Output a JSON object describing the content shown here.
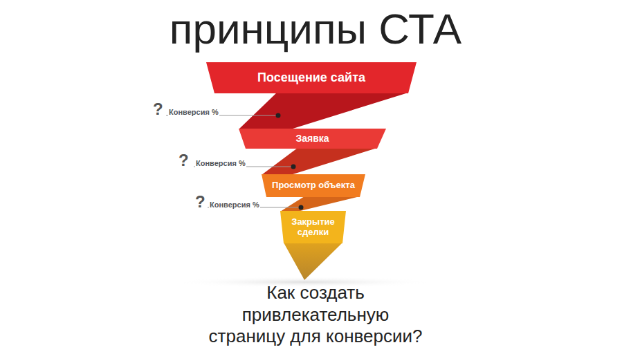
{
  "diagram": {
    "title": "принципы СТА",
    "caption": "Как создать привлекательную страницу для конверсии?",
    "nodes": [
      {
        "text": [
          "Посещение сайта"
        ]
      },
      {
        "text": [
          "Заявка"
        ]
      },
      {
        "text": [
          "Просмотр объекта"
        ]
      },
      {
        "text": [
          "Закрытие сделки"
        ]
      }
    ],
    "labels": [
      "?",
      "Конверсия %",
      "?",
      "Конверсия %",
      "?",
      "Конверсия %"
    ]
  }
}
